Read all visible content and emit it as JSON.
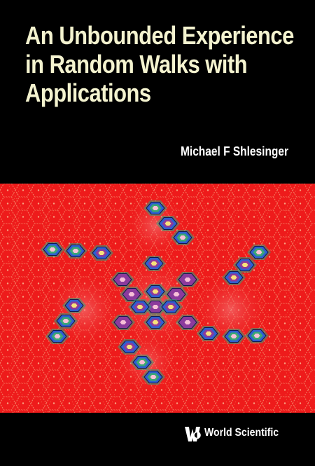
{
  "book": {
    "title_lines": [
      "An Unbounded Experience",
      "in Random Walks with",
      "Applications"
    ],
    "author": "Michael F Shlesinger",
    "publisher": "World Scientific"
  },
  "colors": {
    "background": "#000000",
    "title": "#f4f3cf",
    "author": "#ffffff",
    "art_field": "#ef1c1c",
    "art_lattice": "#f58a6a",
    "tile_outer_blue": "#2f5fd0",
    "tile_inner_green": "#3aa874",
    "tile_inner_purple": "#8c3a9c",
    "tile_core_pink": "#f7c0d8",
    "tile_core_yellow": "#f8e27a"
  },
  "icons": {
    "publisher_logo": "world-scientific-logo-icon"
  }
}
